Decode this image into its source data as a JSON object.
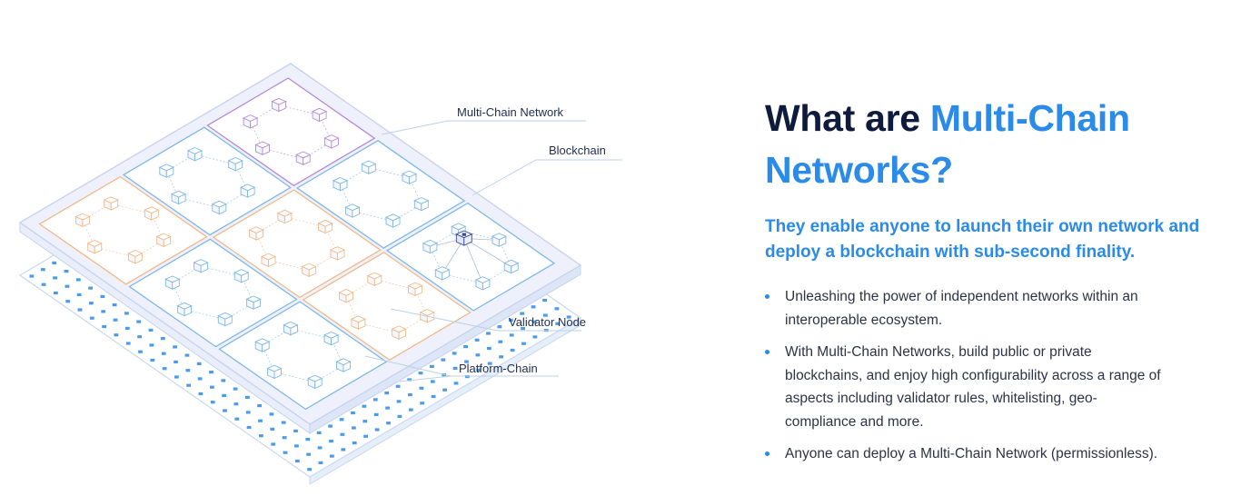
{
  "diagram": {
    "labels": {
      "multi_chain_network": "Multi-Chain Network",
      "blockchain": "Blockchain",
      "validator_node": "Validator Node",
      "platform_chain": "Platform-Chain"
    },
    "colors": {
      "blue": "#7fb8e6",
      "orange": "#f0b98a",
      "purple": "#b48ad8",
      "grid_dot": "#2a8be8",
      "platform_edge": "#c9d8f0",
      "node_dark": "#3a4a9a"
    },
    "tiles": [
      {
        "row": 0,
        "col": 0,
        "color": "orange"
      },
      {
        "row": 0,
        "col": 1,
        "color": "blue"
      },
      {
        "row": 0,
        "col": 2,
        "color": "purple"
      },
      {
        "row": 1,
        "col": 0,
        "color": "blue"
      },
      {
        "row": 1,
        "col": 1,
        "color": "orange"
      },
      {
        "row": 1,
        "col": 2,
        "color": "blue"
      },
      {
        "row": 2,
        "col": 0,
        "color": "blue"
      },
      {
        "row": 2,
        "col": 1,
        "color": "orange"
      },
      {
        "row": 2,
        "col": 2,
        "color": "validator"
      }
    ]
  },
  "content": {
    "title_part1": "What are ",
    "title_highlight": "Multi-Chain Networks?",
    "subtitle": "They enable anyone to launch their own network and deploy a blockchain with sub-second finality.",
    "bullets": [
      "Unleashing the power of independent networks within an interoperable ecosystem.",
      "With Multi-Chain Networks, build public or private blockchains, and enjoy high configurability across a range of aspects including validator rules, whitelisting, geo-compliance and more.",
      "Anyone can deploy a Multi-Chain Network (permissionless)."
    ],
    "accent_color": "#2a8be8",
    "title_color": "#0f1b3d"
  }
}
